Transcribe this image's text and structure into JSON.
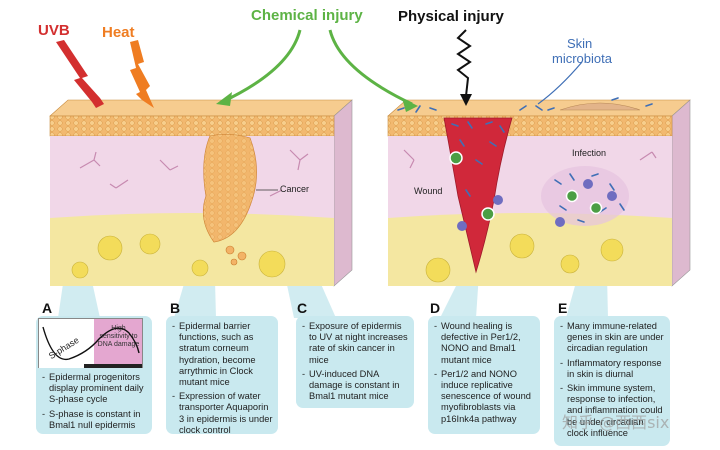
{
  "header": {
    "uvb": "UVB",
    "heat": "Heat",
    "chemical": "Chemical injury",
    "physical": "Physical injury",
    "microbiota_line1": "Skin",
    "microbiota_line2": "microbiota"
  },
  "labels": {
    "cancer": "Cancer",
    "wound": "Wound",
    "infection": "Infection"
  },
  "graph": {
    "phase": "S-phase",
    "high": "High sensitivity to DNA damage"
  },
  "panels": [
    {
      "letter": "A",
      "items": [
        "Epidermal progenitors display prominent daily S-phase cycle",
        "S-phase is constant in Bmal1 null epidermis"
      ]
    },
    {
      "letter": "B",
      "items": [
        "Epidermal barrier functions, such as stratum corneum hydration, become arrythmic in Clock mutant mice",
        "Expression of water transporter Aquaporin 3 in epidermis is under clock control"
      ]
    },
    {
      "letter": "C",
      "items": [
        "Exposure of epidermis to UV at night increases rate of skin cancer in mice",
        "UV-induced DNA damage is constant in Bmal1 mutant mice"
      ]
    },
    {
      "letter": "D",
      "items": [
        "Wound healing is defective in Per1/2, NONO and Bmal1 mutant mice",
        "Per1/2 and NONO induce replicative senescence of wound myofibroblasts via p16Ink4a pathway"
      ]
    },
    {
      "letter": "E",
      "items": [
        "Many immune-related genes in skin are under circadian regulation",
        "Inflammatory response in skin is diurnal",
        "Skin immune system, response to infection, and inflammation could be under circadian clock influence"
      ]
    }
  ],
  "watermark": "知乎 @西西six",
  "colors": {
    "uvb": "#d32f2f",
    "heat": "#ef7d22",
    "chemical": "#5db345",
    "microbiota": "#3f6fb6",
    "epidermis": "#efc07f",
    "dermis": "#f1d7e8",
    "fat": "#f4e7a1",
    "panel": "#c9e9ef"
  }
}
